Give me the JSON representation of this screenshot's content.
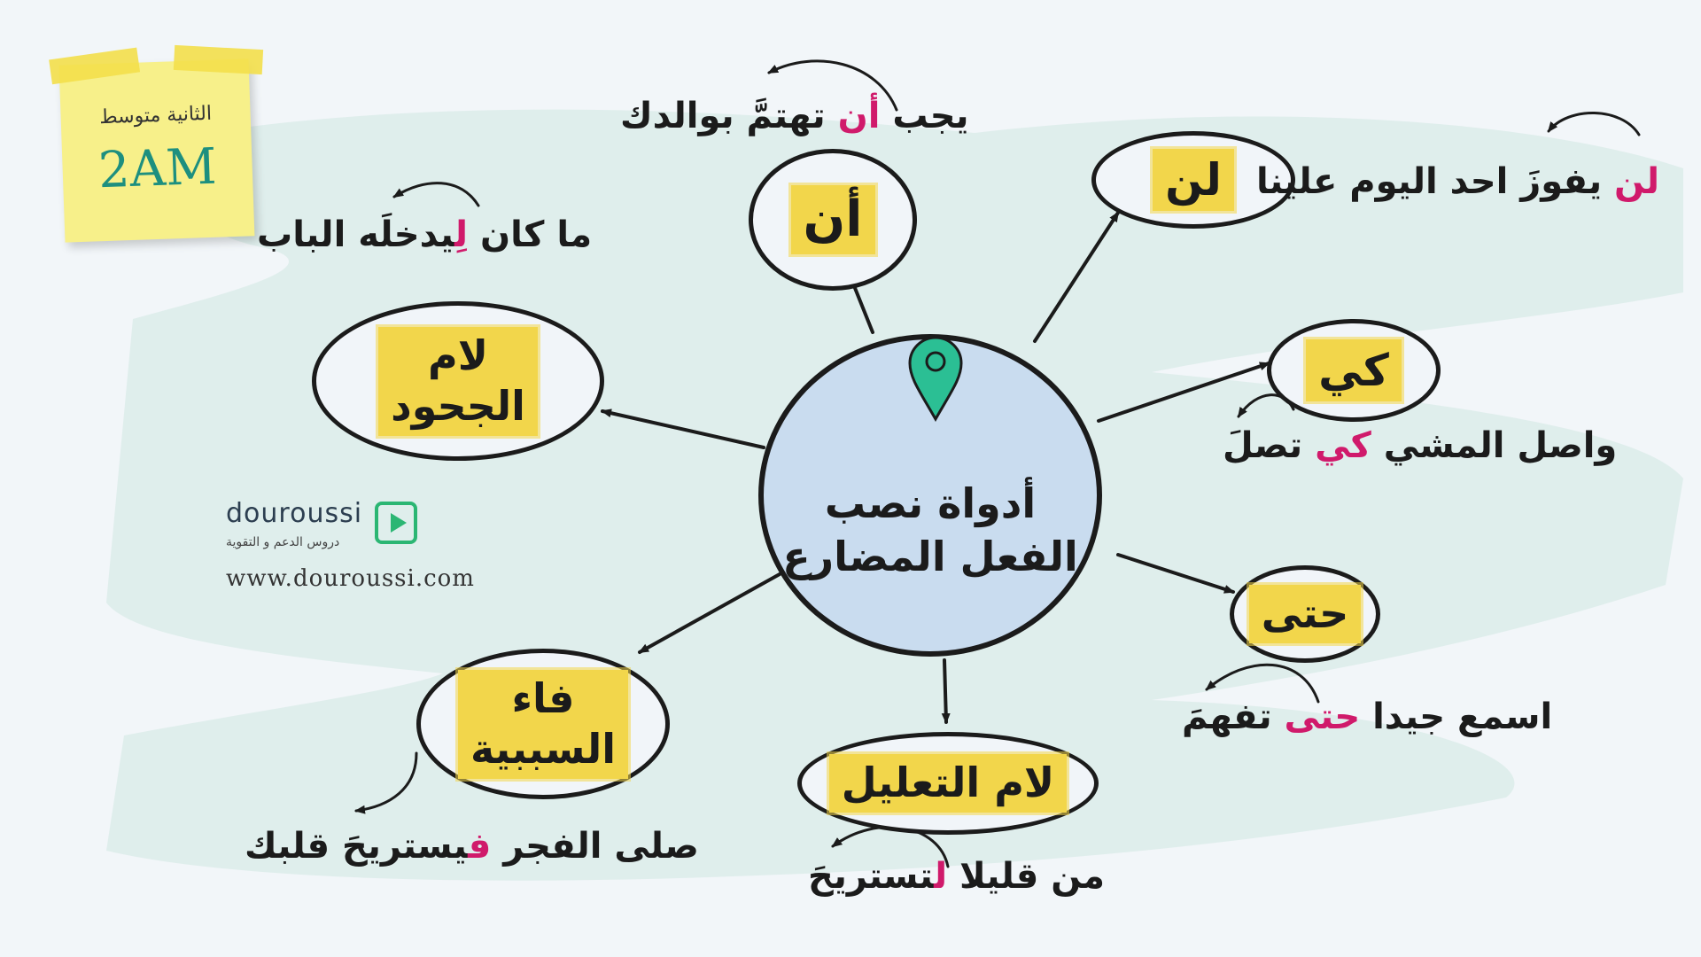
{
  "center": {
    "line1": "أدواة نصب",
    "line2": "الفعل المضارع",
    "pin_icon": "map-pin-icon"
  },
  "nodes": {
    "an": "أن",
    "lan": "لن",
    "kay": "كي",
    "hatta": "حتى",
    "lam_taalil": "لام التعليل",
    "fa_sababiya_1": "فاء",
    "fa_sababiya_2": "السببية",
    "lam_juhud_1": "لام",
    "lam_juhud_2": "الجحود"
  },
  "examples": {
    "an": {
      "pre": "يجب ",
      "tool": "أن",
      "post": " تهتمَّ بوالدك"
    },
    "lan": {
      "pre": "",
      "tool": "لن",
      "post": " يفوزَ احد اليوم علينا"
    },
    "kay": {
      "pre": "واصل المشي ",
      "tool": "كي",
      "post": " تصلَ"
    },
    "hatta": {
      "pre": "اسمع جيدا ",
      "tool": "حتى",
      "post": " تفهمَ"
    },
    "lam_taalil": {
      "pre": "من قليلا ",
      "tool": "ل",
      "post": "تستريحَ"
    },
    "fa_sababiya": {
      "pre": "صلى الفجر ",
      "tool": "ف",
      "post": "يستريحَ قلبك"
    },
    "lam_juhud": {
      "pre": "ما كان ",
      "tool": "لِ",
      "post": "يدخلَه الباب"
    }
  },
  "sticky_note": {
    "level_ar": "الثانية متوسط",
    "level_code": "2AM"
  },
  "brand": {
    "name": "douroussi",
    "tagline": "دروس الدعم و التقوية",
    "url": "www.douroussi.com"
  },
  "colors": {
    "highlight": "#f2d64b",
    "accent_pink": "#d01a6b",
    "center_fill": "#c9dcef",
    "pin": "#2bbf94",
    "brand_green": "#2bb673"
  }
}
